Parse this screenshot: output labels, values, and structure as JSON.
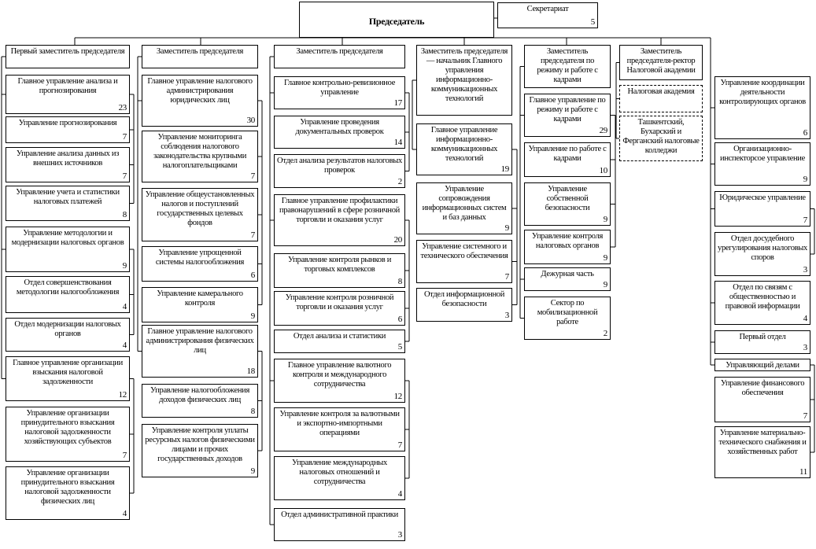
{
  "chairman": "Председатель",
  "secretariat": {
    "name": "Секретариат",
    "count": "5"
  },
  "columns": [
    {
      "head": "Первый заместитель председателя",
      "units": [
        {
          "name": "Главное управление анализа и прогнозирования",
          "count": "23"
        },
        {
          "name": "Управление прогнозирования",
          "count": "7"
        },
        {
          "name": "Управление анализа данных из внешних источников",
          "count": "7"
        },
        {
          "name": "Управление учета и статистики налоговых платежей",
          "count": "8"
        },
        {
          "name": "Управление методологии и модернизации налоговых органов",
          "count": "9"
        },
        {
          "name": "Отдел совершенствования методологии налогообложения",
          "count": "4"
        },
        {
          "name": "Отдел модернизации налоговых органов",
          "count": "4"
        },
        {
          "name": "Главное управление организации взыскания налоговой задолженности",
          "count": "12"
        },
        {
          "name": "Управление организации принудительного взыскания налоговой задолженности хозяйствующих субъектов",
          "count": "7"
        },
        {
          "name": "Управление организации принудительного взыскания налоговой задолженности физических лиц",
          "count": "4"
        }
      ]
    },
    {
      "head": "Заместитель председателя",
      "units": [
        {
          "name": "Главное управление налогового администрирования юридических лиц",
          "count": "30"
        },
        {
          "name": "Управление мониторинга соблюдения налогового законодательства крупными налогоплательщиками",
          "count": "7"
        },
        {
          "name": "Управление общеустановленных налогов и поступлений государственных целевых фондов",
          "count": "7"
        },
        {
          "name": "Управление упрощенной системы налогообложения",
          "count": "6"
        },
        {
          "name": "Управление камерального контроля",
          "count": "9"
        },
        {
          "name": "Главное управление налогового администрирования физических лиц",
          "count": "18"
        },
        {
          "name": "Управление налогообложения доходов физических лиц",
          "count": "8"
        },
        {
          "name": "Управление контроля уплаты ресурсных налогов физическими лицами и прочих государственных доходов",
          "count": "9"
        }
      ]
    },
    {
      "head": "Заместитель председателя",
      "units": [
        {
          "name": "Главное контрольно-ревизионное управление",
          "count": "17"
        },
        {
          "name": "Управление проведения документальных проверок",
          "count": "14"
        },
        {
          "name": "Отдел анализа результатов налоговых проверок",
          "count": "2"
        },
        {
          "name": "Главное управление профилактики правонарушений в сфере розничной торговли и оказания услуг",
          "count": "20"
        },
        {
          "name": "Управление контроля рынков и торговых комплексов",
          "count": "8"
        },
        {
          "name": "Управление контроля розничной торговли и оказания услуг",
          "count": "6"
        },
        {
          "name": "Отдел анализа и статистики",
          "count": "5"
        },
        {
          "name": "Главное управление валютного контроля и международного сотрудничества",
          "count": "12"
        },
        {
          "name": "Управление контроля за валютными и экспортно-импортными операциями",
          "count": "7"
        },
        {
          "name": "Управление международных налоговых отношений и сотрудничества",
          "count": "4"
        },
        {
          "name": "Отдел административной практики",
          "count": "3"
        }
      ]
    },
    {
      "head": "Заместитель председателя — начальник Главного управления информационно-коммуникационных технологий",
      "units": [
        {
          "name": "Главное управление информационно-коммуникационных технологий",
          "count": "19"
        },
        {
          "name": "Управление сопровождения информационных систем и баз данных",
          "count": "9"
        },
        {
          "name": "Управление системного и технического обеспечения",
          "count": "7"
        },
        {
          "name": "Отдел информационной безопасности",
          "count": "3"
        }
      ]
    },
    {
      "head": "Заместитель председателя по режиму и работе с кадрами",
      "units": [
        {
          "name": "Главное управление по режиму и работе с кадрами",
          "count": "29"
        },
        {
          "name": "Управление по работе с кадрами",
          "count": "10"
        },
        {
          "name": "Управление собственной безопасности",
          "count": "9"
        },
        {
          "name": "Управление контроля налоговых органов",
          "count": "9"
        },
        {
          "name": "Дежурная часть",
          "count": "9"
        },
        {
          "name": "Сектор по мобилизационной работе",
          "count": "2"
        }
      ]
    },
    {
      "head": "Заместитель председателя-ректор Налоговой академии",
      "units": [
        {
          "name": "Налоговая академия",
          "count": null
        },
        {
          "name": "Ташкентский, Бухарский и Ферганский налоговые колледжи",
          "count": null
        }
      ]
    }
  ],
  "direct_units": [
    {
      "name": "Управление координации деятельности контролирующих органов",
      "count": "6"
    },
    {
      "name": "Организационно-инспекторсое управление",
      "count": "9"
    },
    {
      "name": "Юридическое управление",
      "count": "7"
    },
    {
      "name": "Отдел досудебного урегулирования налоговых споров",
      "count": "3"
    },
    {
      "name": "Отдел по связям с общественностью и правовой информации",
      "count": "4"
    },
    {
      "name": "Первый отдел",
      "count": "3"
    },
    {
      "name": "Управляющий делами",
      "count": null
    },
    {
      "name": "Управление финансового обеспечения",
      "count": "7"
    },
    {
      "name": "Управление материально-технического снабжения и хозяйственных работ",
      "count": "11"
    }
  ]
}
